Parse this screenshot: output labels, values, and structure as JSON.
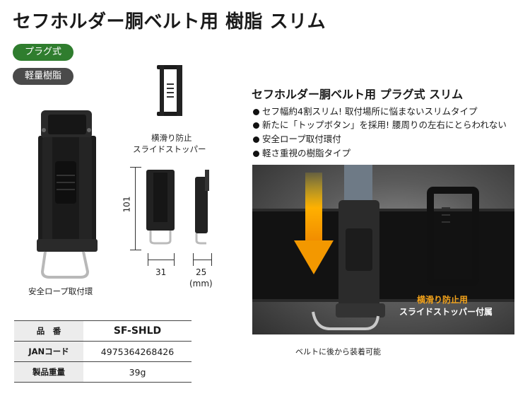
{
  "title": "セフホルダー胴ベルト用 樹脂 スリム",
  "badges": {
    "type": "プラグ式",
    "feature": "軽量樹脂"
  },
  "captions": {
    "stopper": "横滑り防止",
    "stopper2": "スライドストッパー",
    "rope_ring": "安全ロープ取付環",
    "belt_mount": "ベルトに後から装着可能"
  },
  "dimensions": {
    "height": "101",
    "width": "31",
    "depth": "25",
    "unit": "(mm)"
  },
  "product_heading": "セフホルダー胴ベルト用 プラグ式 スリム",
  "features": [
    "セフ幅約4割スリム! 取付場所に悩まないスリムタイプ",
    "新たに「トップボタン」を採用! 腰周りの左右にとらわれない",
    "安全ロープ取付環付",
    "軽さ重視の樹脂タイプ"
  ],
  "photo_labels": {
    "line1": "横滑り防止用",
    "line2": "スライドストッパー付属"
  },
  "spec": [
    {
      "label": "品　番",
      "value": "SF-SHLD"
    },
    {
      "label": "JANコード",
      "value": "4975364268426"
    },
    {
      "label": "製品重量",
      "value": "39g"
    }
  ],
  "colors": {
    "badge_green": "#2f7d2e",
    "badge_gray": "#4a4a4a",
    "arrow": "#f39800",
    "accent_text": "#f2a21a"
  }
}
